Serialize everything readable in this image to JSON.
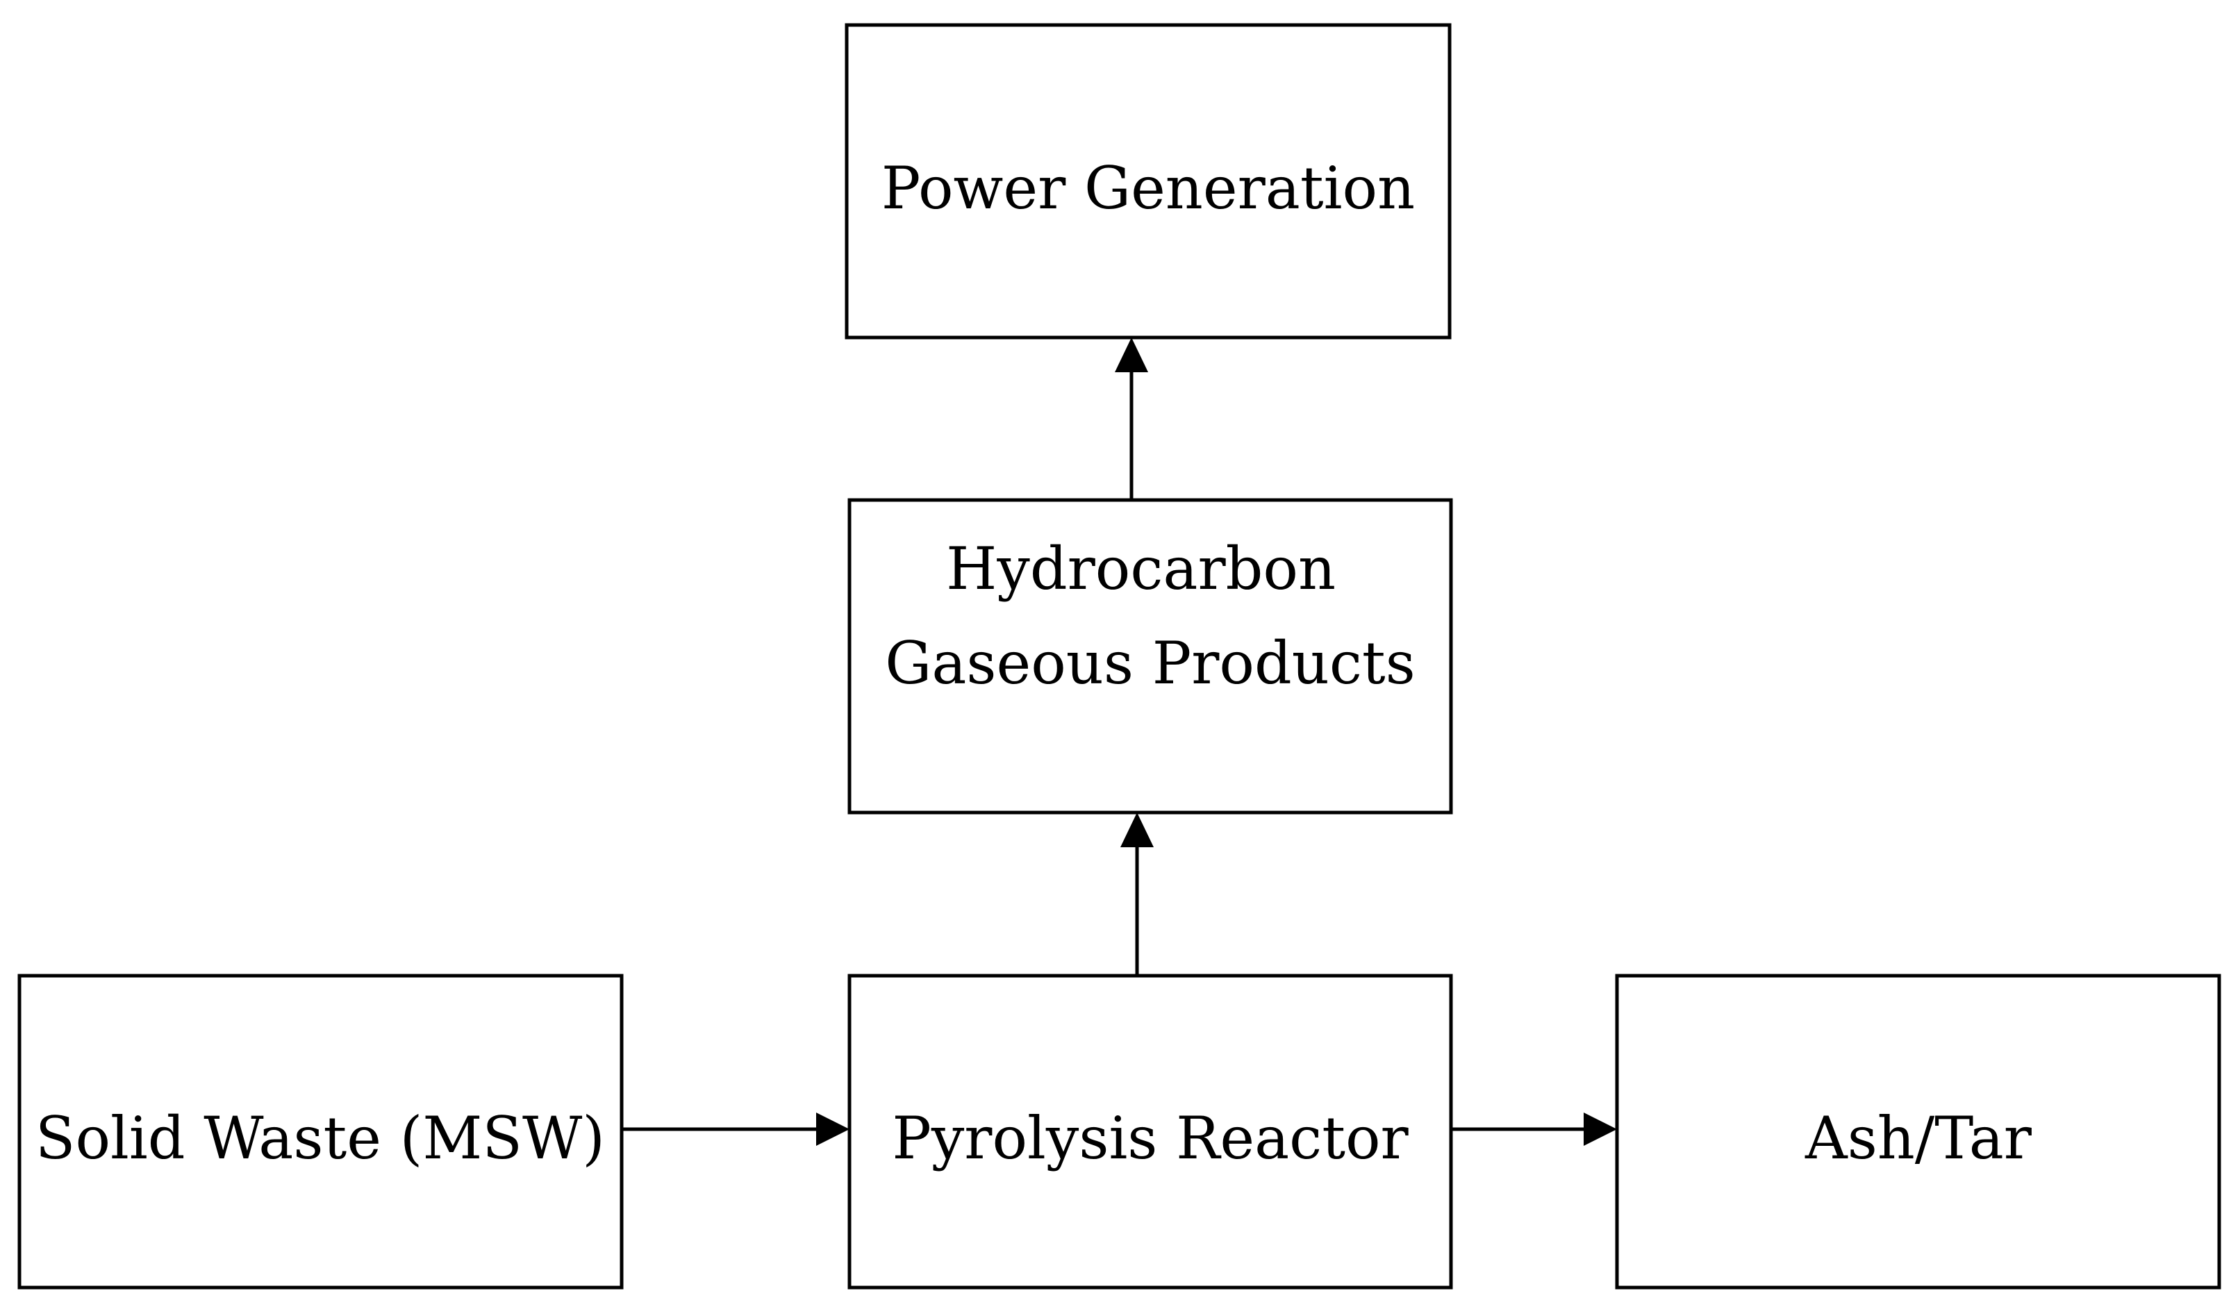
{
  "diagram": {
    "nodes": {
      "power_generation": {
        "lines": [
          "Power Generation"
        ]
      },
      "hydrocarbon": {
        "lines": [
          "Hydrocarbon",
          "Gaseous Products"
        ]
      },
      "solid_waste": {
        "lines": [
          "Solid Waste (MSW)"
        ]
      },
      "pyrolysis": {
        "lines": [
          "Pyrolysis Reactor"
        ]
      },
      "ash_tar": {
        "lines": [
          "Ash/Tar"
        ]
      }
    },
    "edges": [
      {
        "from": "solid_waste",
        "to": "pyrolysis"
      },
      {
        "from": "pyrolysis",
        "to": "ash_tar"
      },
      {
        "from": "pyrolysis",
        "to": "hydrocarbon"
      },
      {
        "from": "hydrocarbon",
        "to": "power_generation"
      }
    ],
    "colors": {
      "stroke": "#000000",
      "background": "#ffffff"
    }
  }
}
